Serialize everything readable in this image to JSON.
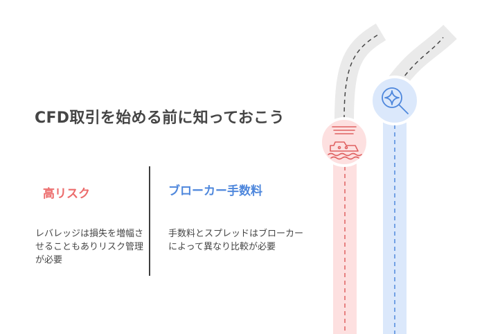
{
  "title": "CFD取引を始める前に知っておこう",
  "sections": [
    {
      "heading": "高リスク",
      "description": "レバレッジは損失を増幅させることもありリスク管理が必要",
      "color": "#ec6b6b",
      "icon": "boat-in-waves-icon"
    },
    {
      "heading": "ブローカー手数料",
      "description": "手数料とスプレッドはブローカーによって異なり比較が必要",
      "color": "#4e87dc",
      "icon": "magnifier-sparkle-icon"
    }
  ],
  "colors": {
    "road": "#eaeaea",
    "red_fill": "#fde0e0",
    "blue_fill": "#dbe8fb",
    "text": "#454545"
  }
}
